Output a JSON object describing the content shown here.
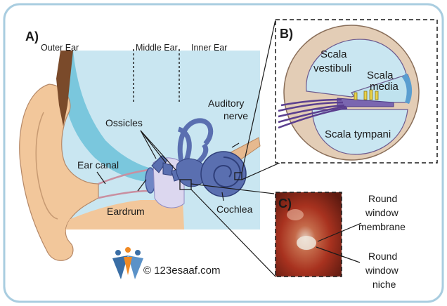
{
  "panels": {
    "a": {
      "letter": "A)"
    },
    "b": {
      "letter": "B)"
    },
    "c": {
      "letter": "C)"
    }
  },
  "regions": {
    "outer_ear": "Outer Ear",
    "middle_ear": "Middle Ear",
    "inner_ear": "Inner Ear"
  },
  "labels": {
    "ossicles": "Ossicles",
    "auditory_nerve_1": "Auditory",
    "auditory_nerve_2": "nerve",
    "ear_canal": "Ear canal",
    "eardrum": "Eardrum",
    "cochlea": "Cochlea",
    "scala_vestibuli_1": "Scala",
    "scala_vestibuli_2": "vestibuli",
    "scala_media_1": "Scala",
    "scala_media_2": "media",
    "scala_tympani": "Scala tympani",
    "rwm_1": "Round",
    "rwm_2": "window",
    "rwm_3": "membrane",
    "rwn_1": "Round",
    "rwn_2": "window",
    "rwn_3": "niche"
  },
  "watermark": {
    "text": "© 123esaaf.com"
  },
  "colors": {
    "frame_border": "#a9cde0",
    "fluid_blue": "#c9e6f1",
    "skin": "#f2c79b",
    "bone_blue": "#5a6fb0",
    "nerve_purple": "#5b3f8f",
    "canal_pink": "#c98fa0"
  }
}
